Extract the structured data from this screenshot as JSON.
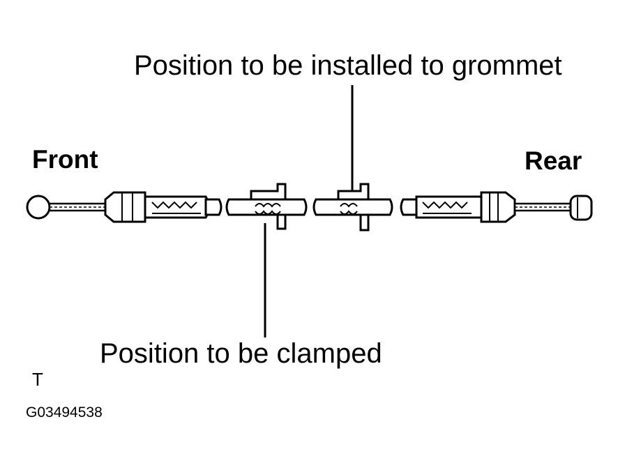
{
  "labels": {
    "grommet": "Position to be installed to grommet",
    "front": "Front",
    "rear": "Rear",
    "clamped": "Position to be clamped",
    "marker": "T",
    "code": "G03494538"
  }
}
